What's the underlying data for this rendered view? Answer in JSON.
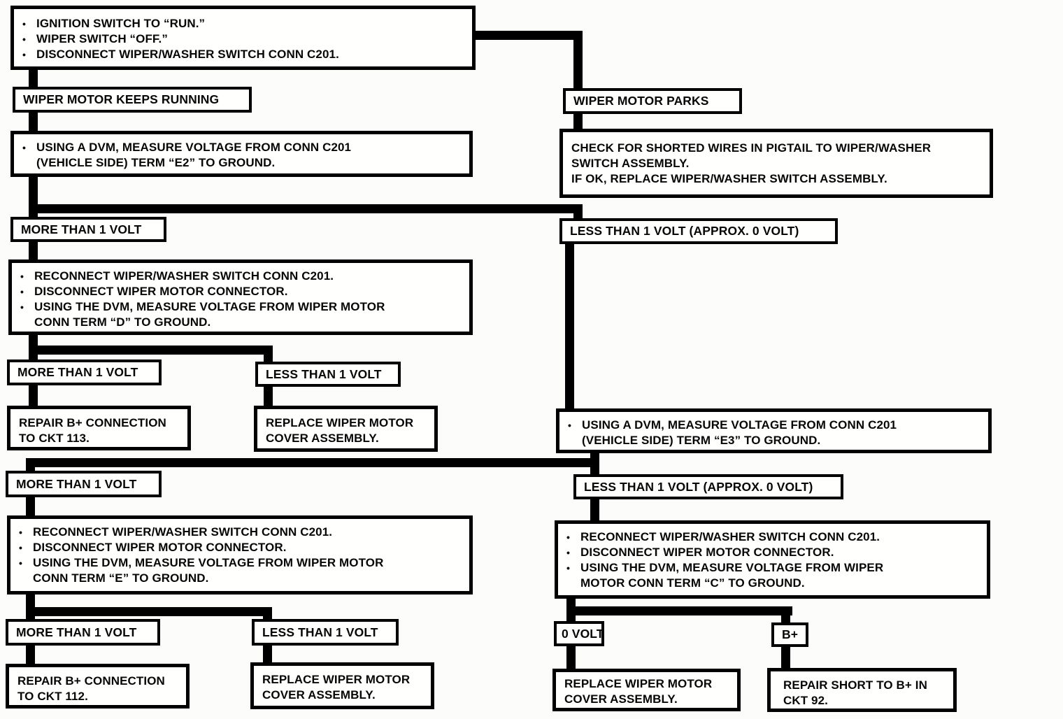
{
  "diagram": {
    "description": "Wiper motor diagnosis trouble tree flowchart (scanned service manual page)",
    "bullet_char": "•",
    "colors": {
      "line": "#000000",
      "box_border": "#000000",
      "box_bg": "#fffffe",
      "text": "#070707",
      "page_bg": "#fcfcfa"
    },
    "nodes": {
      "start": {
        "bullets": [
          "IGNITION SWITCH TO “RUN.”",
          "WIPER SWITCH “OFF.”",
          "DISCONNECT WIPER/WASHER SWITCH CONN C201."
        ]
      },
      "keeps_running": {
        "label": "WIPER MOTOR KEEPS RUNNING"
      },
      "parks": {
        "label": "WIPER MOTOR PARKS"
      },
      "measure_e2": {
        "bullets": [
          "USING A DVM, MEASURE VOLTAGE FROM CONN C201 (VEHICLE SIDE) TERM “E2” TO GROUND."
        ]
      },
      "check_shorted": {
        "lines": [
          "CHECK FOR SHORTED WIRES IN PIGTAIL TO WIPER/WASHER SWITCH ASSEMBLY.",
          "IF OK, REPLACE WIPER/WASHER SWITCH ASSEMBLY."
        ]
      },
      "more_volt_1": {
        "label": "MORE THAN 1 VOLT"
      },
      "less_approx_1": {
        "label": "LESS THAN 1 VOLT (APPROX. 0 VOLT)"
      },
      "measure_d": {
        "bullets": [
          "RECONNECT WIPER/WASHER SWITCH CONN C201.",
          "DISCONNECT WIPER MOTOR CONNECTOR.",
          "USING THE DVM, MEASURE VOLTAGE FROM WIPER MOTOR CONN TERM “D” TO GROUND."
        ]
      },
      "more_volt_2": {
        "label": "MORE THAN 1 VOLT"
      },
      "less_volt_2": {
        "label": "LESS THAN 1 VOLT"
      },
      "repair_ckt113": {
        "label": "REPAIR B+ CONNECTION TO CKT 113."
      },
      "replace_cover_1": {
        "label": "REPLACE WIPER MOTOR COVER ASSEMBLY."
      },
      "measure_e3": {
        "bullets": [
          "USING A DVM, MEASURE VOLTAGE FROM CONN C201 (VEHICLE SIDE) TERM “E3” TO GROUND."
        ]
      },
      "more_volt_3": {
        "label": "MORE THAN 1 VOLT"
      },
      "less_approx_2": {
        "label": "LESS THAN 1 VOLT (APPROX. 0 VOLT)"
      },
      "measure_e": {
        "bullets": [
          "RECONNECT WIPER/WASHER SWITCH CONN C201.",
          "DISCONNECT WIPER MOTOR CONNECTOR.",
          "USING THE DVM, MEASURE VOLTAGE FROM WIPER MOTOR CONN TERM “E” TO GROUND."
        ]
      },
      "measure_c": {
        "bullets": [
          "RECONNECT WIPER/WASHER SWITCH CONN C201.",
          "DISCONNECT WIPER MOTOR CONNECTOR.",
          "USING THE DVM, MEASURE VOLTAGE FROM WIPER MOTOR CONN TERM “C” TO GROUND."
        ]
      },
      "more_volt_4": {
        "label": "MORE THAN 1 VOLT"
      },
      "less_volt_4": {
        "label": "LESS THAN 1 VOLT"
      },
      "zero_volt": {
        "label": "0 VOLT"
      },
      "b_plus": {
        "label": "B+"
      },
      "repair_ckt112": {
        "label": "REPAIR B+ CONNECTION TO CKT 112."
      },
      "replace_cover_2": {
        "label": "REPLACE WIPER MOTOR COVER ASSEMBLY."
      },
      "replace_cover_3": {
        "label": "REPLACE WIPER MOTOR COVER ASSEMBLY."
      },
      "repair_ckt92": {
        "label": "REPAIR SHORT TO B+ IN CKT 92."
      }
    }
  }
}
